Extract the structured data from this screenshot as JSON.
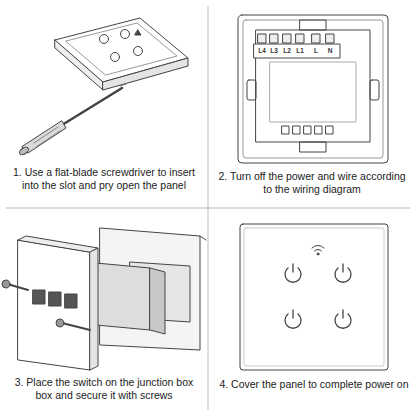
{
  "diagram": {
    "labels": [
      "1. Use a flat-blade screwdriver to insert into the slot and pry open the panel",
      "2. Turn off the power and wire according to the wiring diagram",
      "3. Place the switch on the junction box box and secure it with screws",
      "4. Cover the panel to complete power on",
      "L4",
      "L3",
      "L2",
      "L1",
      "L",
      "N"
    ]
  }
}
